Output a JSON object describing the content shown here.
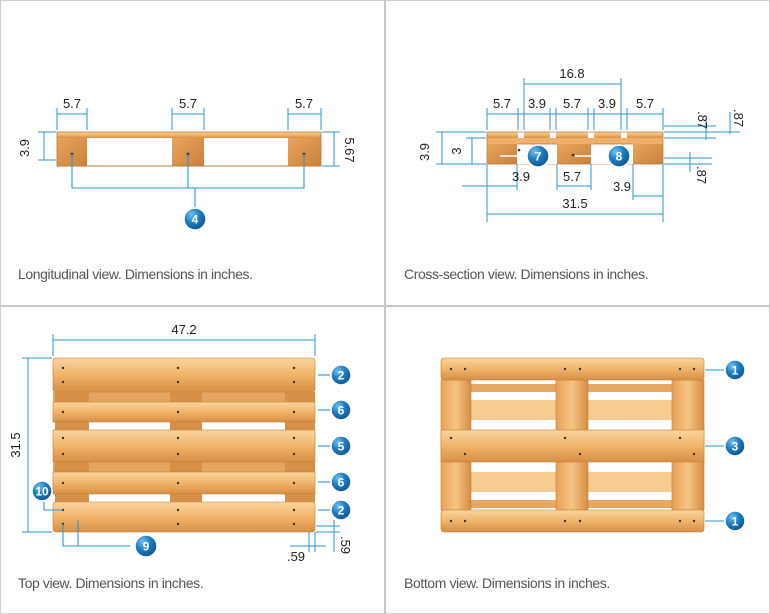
{
  "panels": {
    "longitudinal": {
      "caption": "Longitudinal view. Dimensions in inches.",
      "dims": {
        "left_block": "5.7",
        "mid_block": "5.7",
        "right_block": "5.7",
        "block_height": "3.9",
        "total_height": "5.67"
      },
      "callouts": [
        "4"
      ]
    },
    "cross_section": {
      "caption": "Cross-section view. Dimensions in inches.",
      "dims": {
        "top_span": "16.8",
        "d1": "5.7",
        "d2": "3.9",
        "d3": "5.7",
        "d4": "3.9",
        "d5": "5.7",
        "t1": ".87",
        "t2": ".87",
        "t3": ".87",
        "left_h": "3.9",
        "inner_h": "3",
        "b1": "3.9",
        "b2": "5.7",
        "b3": "3.9",
        "width": "31.5"
      },
      "callouts": [
        "7",
        "8"
      ]
    },
    "top": {
      "caption": "Top view. Dimensions in inches.",
      "dims": {
        "length": "47.2",
        "width": "31.5",
        "edge_h": ".59",
        "edge_v": ".59"
      },
      "callouts": [
        "2",
        "6",
        "5",
        "6",
        "2",
        "10",
        "9"
      ]
    },
    "bottom": {
      "caption": "Bottom view. Dimensions in inches.",
      "callouts": [
        "1",
        "3",
        "1"
      ]
    }
  },
  "colors": {
    "wood_light": "#f7c98a",
    "wood": "#eeaa5c",
    "wood_dark": "#c77a34",
    "callout": "#1f78b4",
    "dimension": "#2f95d6"
  }
}
